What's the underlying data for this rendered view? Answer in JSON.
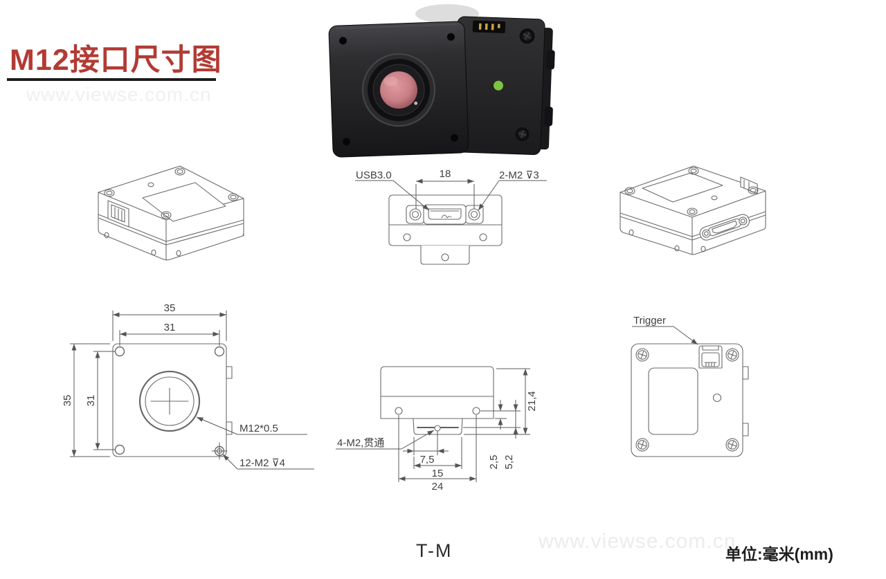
{
  "title": "M12接口尺寸图",
  "watermark": "www.viewse.com.cn",
  "colors": {
    "accent_red": "#b23b34",
    "led_green": "#7dc540",
    "line_gray": "#6a6a6a"
  },
  "views": {
    "bottom_connector": {
      "usb_label": "USB3.0",
      "dim_18": "18",
      "screw_label": "2-M2 ⊽3"
    },
    "front": {
      "dim_35_h": "35",
      "dim_31_h": "31",
      "dim_35_v": "35",
      "dim_31_v": "31",
      "lens_label": "M12*0.5",
      "screw_label": "12-M2 ⊽4"
    },
    "side": {
      "dim_21_4": "21,4",
      "dim_2_5": "2,5",
      "dim_5_2": "5,2",
      "dim_7_5": "7,5",
      "dim_15": "15",
      "dim_24": "24",
      "thread_label": "4-M2,贯通"
    },
    "rear": {
      "trigger_label": "Trigger"
    }
  },
  "footer": {
    "model": "T-M",
    "units": "单位:毫米(mm)"
  }
}
